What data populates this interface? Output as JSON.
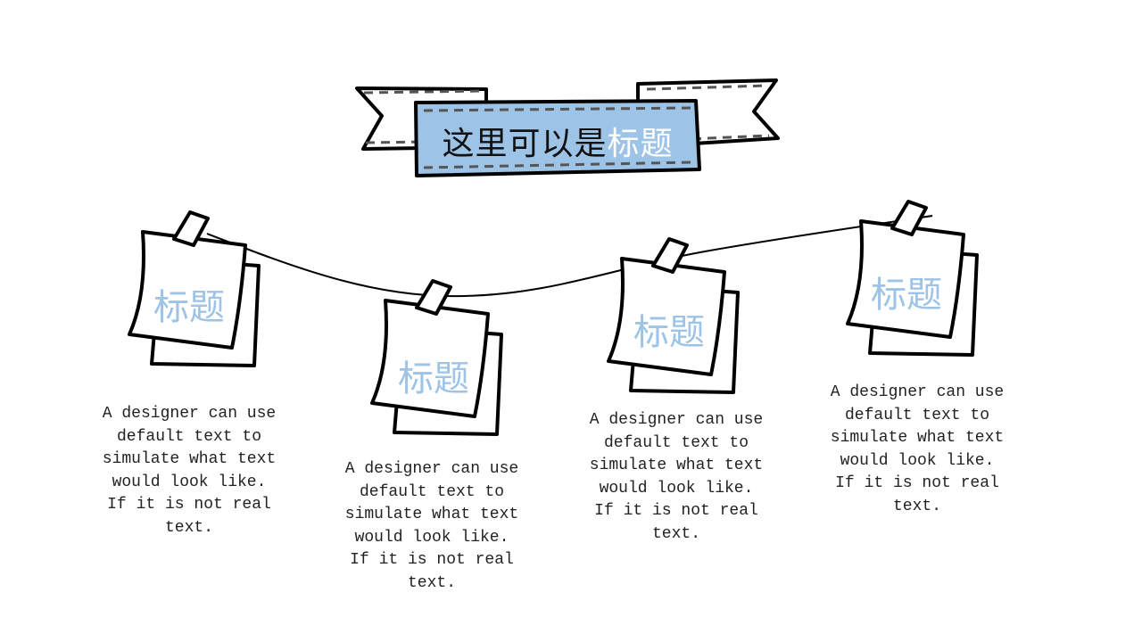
{
  "header": {
    "title_dark": "这里可以是",
    "title_highlight": "标题"
  },
  "cards": [
    {
      "title": "标题",
      "text": "A designer can use\ndefault text to\nsimulate what text\nwould look like.\nIf it is not real\ntext."
    },
    {
      "title": "标题",
      "text": "A designer can use\ndefault text to\nsimulate what text\nwould look like.\nIf it is not real\ntext."
    },
    {
      "title": "标题",
      "text": "A designer can use\ndefault text to\nsimulate what text\nwould look like.\nIf it is not real\ntext."
    },
    {
      "title": "标题",
      "text": "A designer can use\ndefault text to\nsimulate what text\nwould look like.\nIf it is not real\ntext."
    }
  ],
  "colors": {
    "ribbon": "#9dc3e6",
    "accent_text": "#9dc3e6",
    "outline": "#000000"
  }
}
